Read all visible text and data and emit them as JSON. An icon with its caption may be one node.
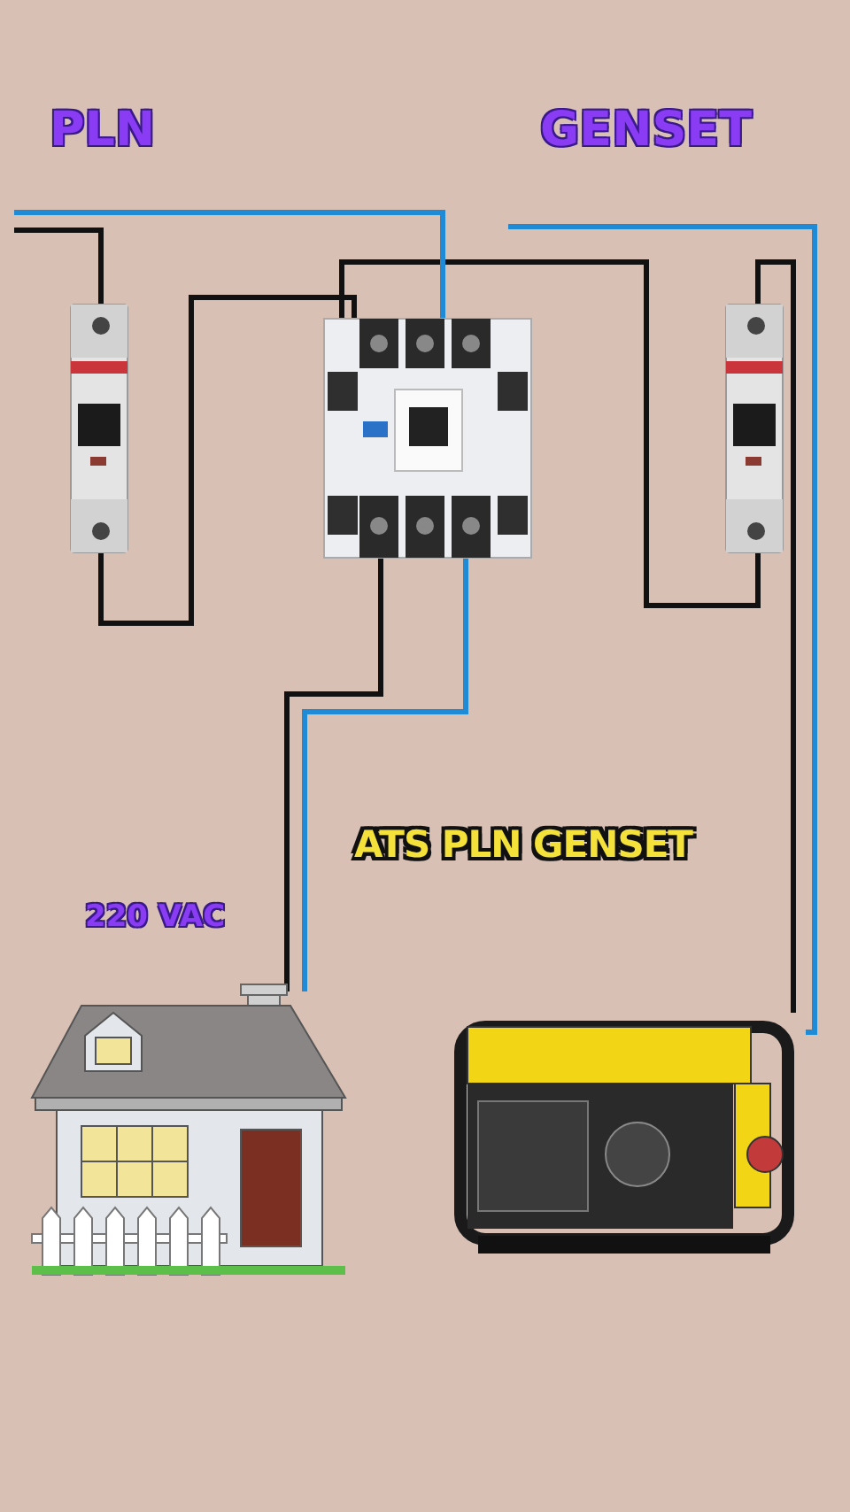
{
  "diagram": {
    "title": "ATS PLN GENSET",
    "nodes": [
      {
        "text": [],
        "shape": "picture"
      },
      {
        "text": [],
        "shape": "picture"
      },
      {
        "text": [],
        "shape": "picture"
      },
      {
        "text": [],
        "shape": "picture"
      },
      {
        "text": [],
        "shape": "picture"
      }
    ],
    "edges": [
      {
        "from": null,
        "to": 0,
        "arrow": "none"
      },
      {
        "from": 0,
        "to": 1,
        "arrow": "none"
      },
      {
        "from": 4,
        "to": 2,
        "arrow": "none"
      },
      {
        "from": 2,
        "to": 1,
        "arrow": "none"
      },
      {
        "from": null,
        "to": 1,
        "arrow": "none",
        "color": "#1f8ad6"
      },
      {
        "from": 4,
        "to": null,
        "arrow": "none",
        "color": "#1f8ad6"
      },
      {
        "from": 1,
        "to": 3,
        "arrow": "none"
      },
      {
        "from": 1,
        "to": 3,
        "arrow": "none",
        "color": "#1f8ad6"
      }
    ],
    "labels": [
      "PLN",
      "GENSET",
      "220 VAC"
    ]
  }
}
